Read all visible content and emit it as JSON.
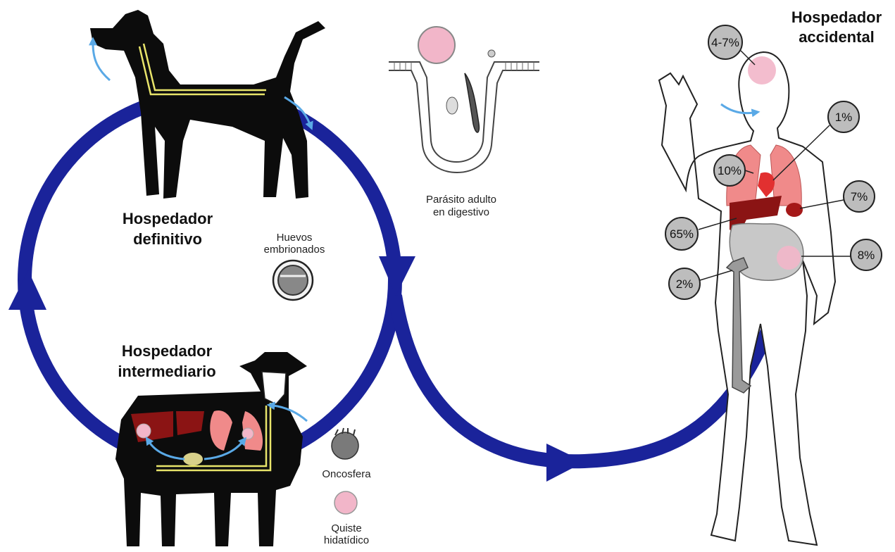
{
  "labels": {
    "definitive_host_line1": "Hospedador",
    "definitive_host_line2": "definitivo",
    "intermediate_host_line1": "Hospedador",
    "intermediate_host_line2": "intermediario",
    "accidental_host_line1": "Hospedador",
    "accidental_host_line2": "accidental",
    "eggs_line1": "Huevos",
    "eggs_line2": "embrionados",
    "adult_line1": "Parásito adulto",
    "adult_line2": "en digestivo",
    "oncosphere": "Oncosfera",
    "cyst_line1": "Quiste",
    "cyst_line2": "hidatídico"
  },
  "percentages": {
    "brain": "4-7%",
    "heart": "1%",
    "lung": "10%",
    "spleen": "7%",
    "liver": "65%",
    "kidney": "8%",
    "bone": "2%"
  },
  "colors": {
    "cycle_arrow": "#1a239a",
    "silhouette": "#0c0c0c",
    "infection_arrow": "#5aa9e6",
    "liver": "#8b1414",
    "lung": "#f08a8a",
    "cyst": "#f2b6c9",
    "badge_fill": "#bdbdbd",
    "tract_line": "#e8e46a"
  }
}
